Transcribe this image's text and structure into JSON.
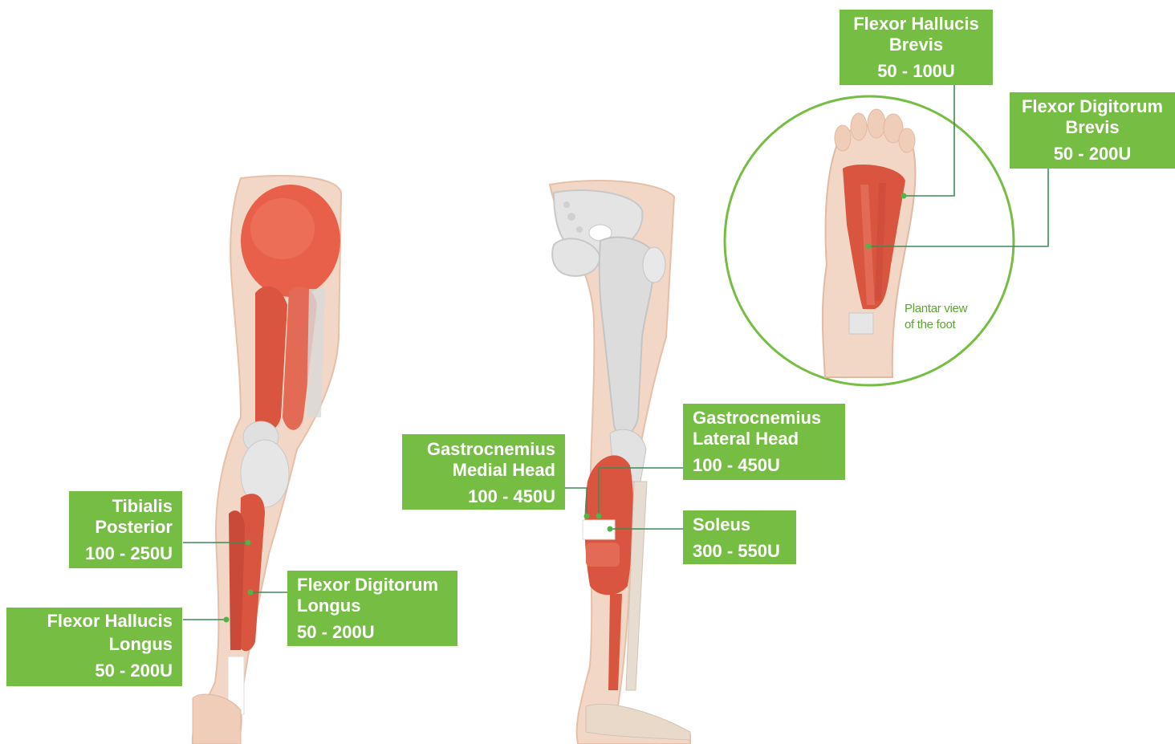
{
  "colors": {
    "label_bg": "#76bd43",
    "label_text": "#ffffff",
    "leader_line": "#3f8a56",
    "inset_circle": "#76bd43",
    "muscle": "#d9553f",
    "skin": "#f3d7c6",
    "bone": "#e2e2e2"
  },
  "labels": {
    "tibialis_posterior": {
      "line1": "Tibialis",
      "line2": "Posterior",
      "dose": "100 - 250U"
    },
    "flexor_hallucis_longus": {
      "line1": "Flexor Hallucis",
      "line2": "Longus",
      "dose": "50 - 200U"
    },
    "flexor_digitorum_longus": {
      "line1": "Flexor Digitorum",
      "line2": "Longus",
      "dose": "50 - 200U"
    },
    "gastrocnemius_medial": {
      "line1": "Gastrocnemius",
      "line2": "Medial Head",
      "dose": "100 - 450U"
    },
    "gastrocnemius_lateral": {
      "line1": "Gastrocnemius",
      "line2": "Lateral Head",
      "dose": "100 - 450U"
    },
    "soleus": {
      "line1": "Soleus",
      "dose": "300 - 550U"
    },
    "flexor_hallucis_brevis": {
      "line1": "Flexor Hallucis",
      "line2": "Brevis",
      "dose": "50 - 100U"
    },
    "flexor_digitorum_brevis": {
      "line1": "Flexor Digitorum",
      "line2": "Brevis",
      "dose": "50 - 200U"
    }
  },
  "inset": {
    "caption_line1": "Plantar view",
    "caption_line2": "of the foot"
  }
}
